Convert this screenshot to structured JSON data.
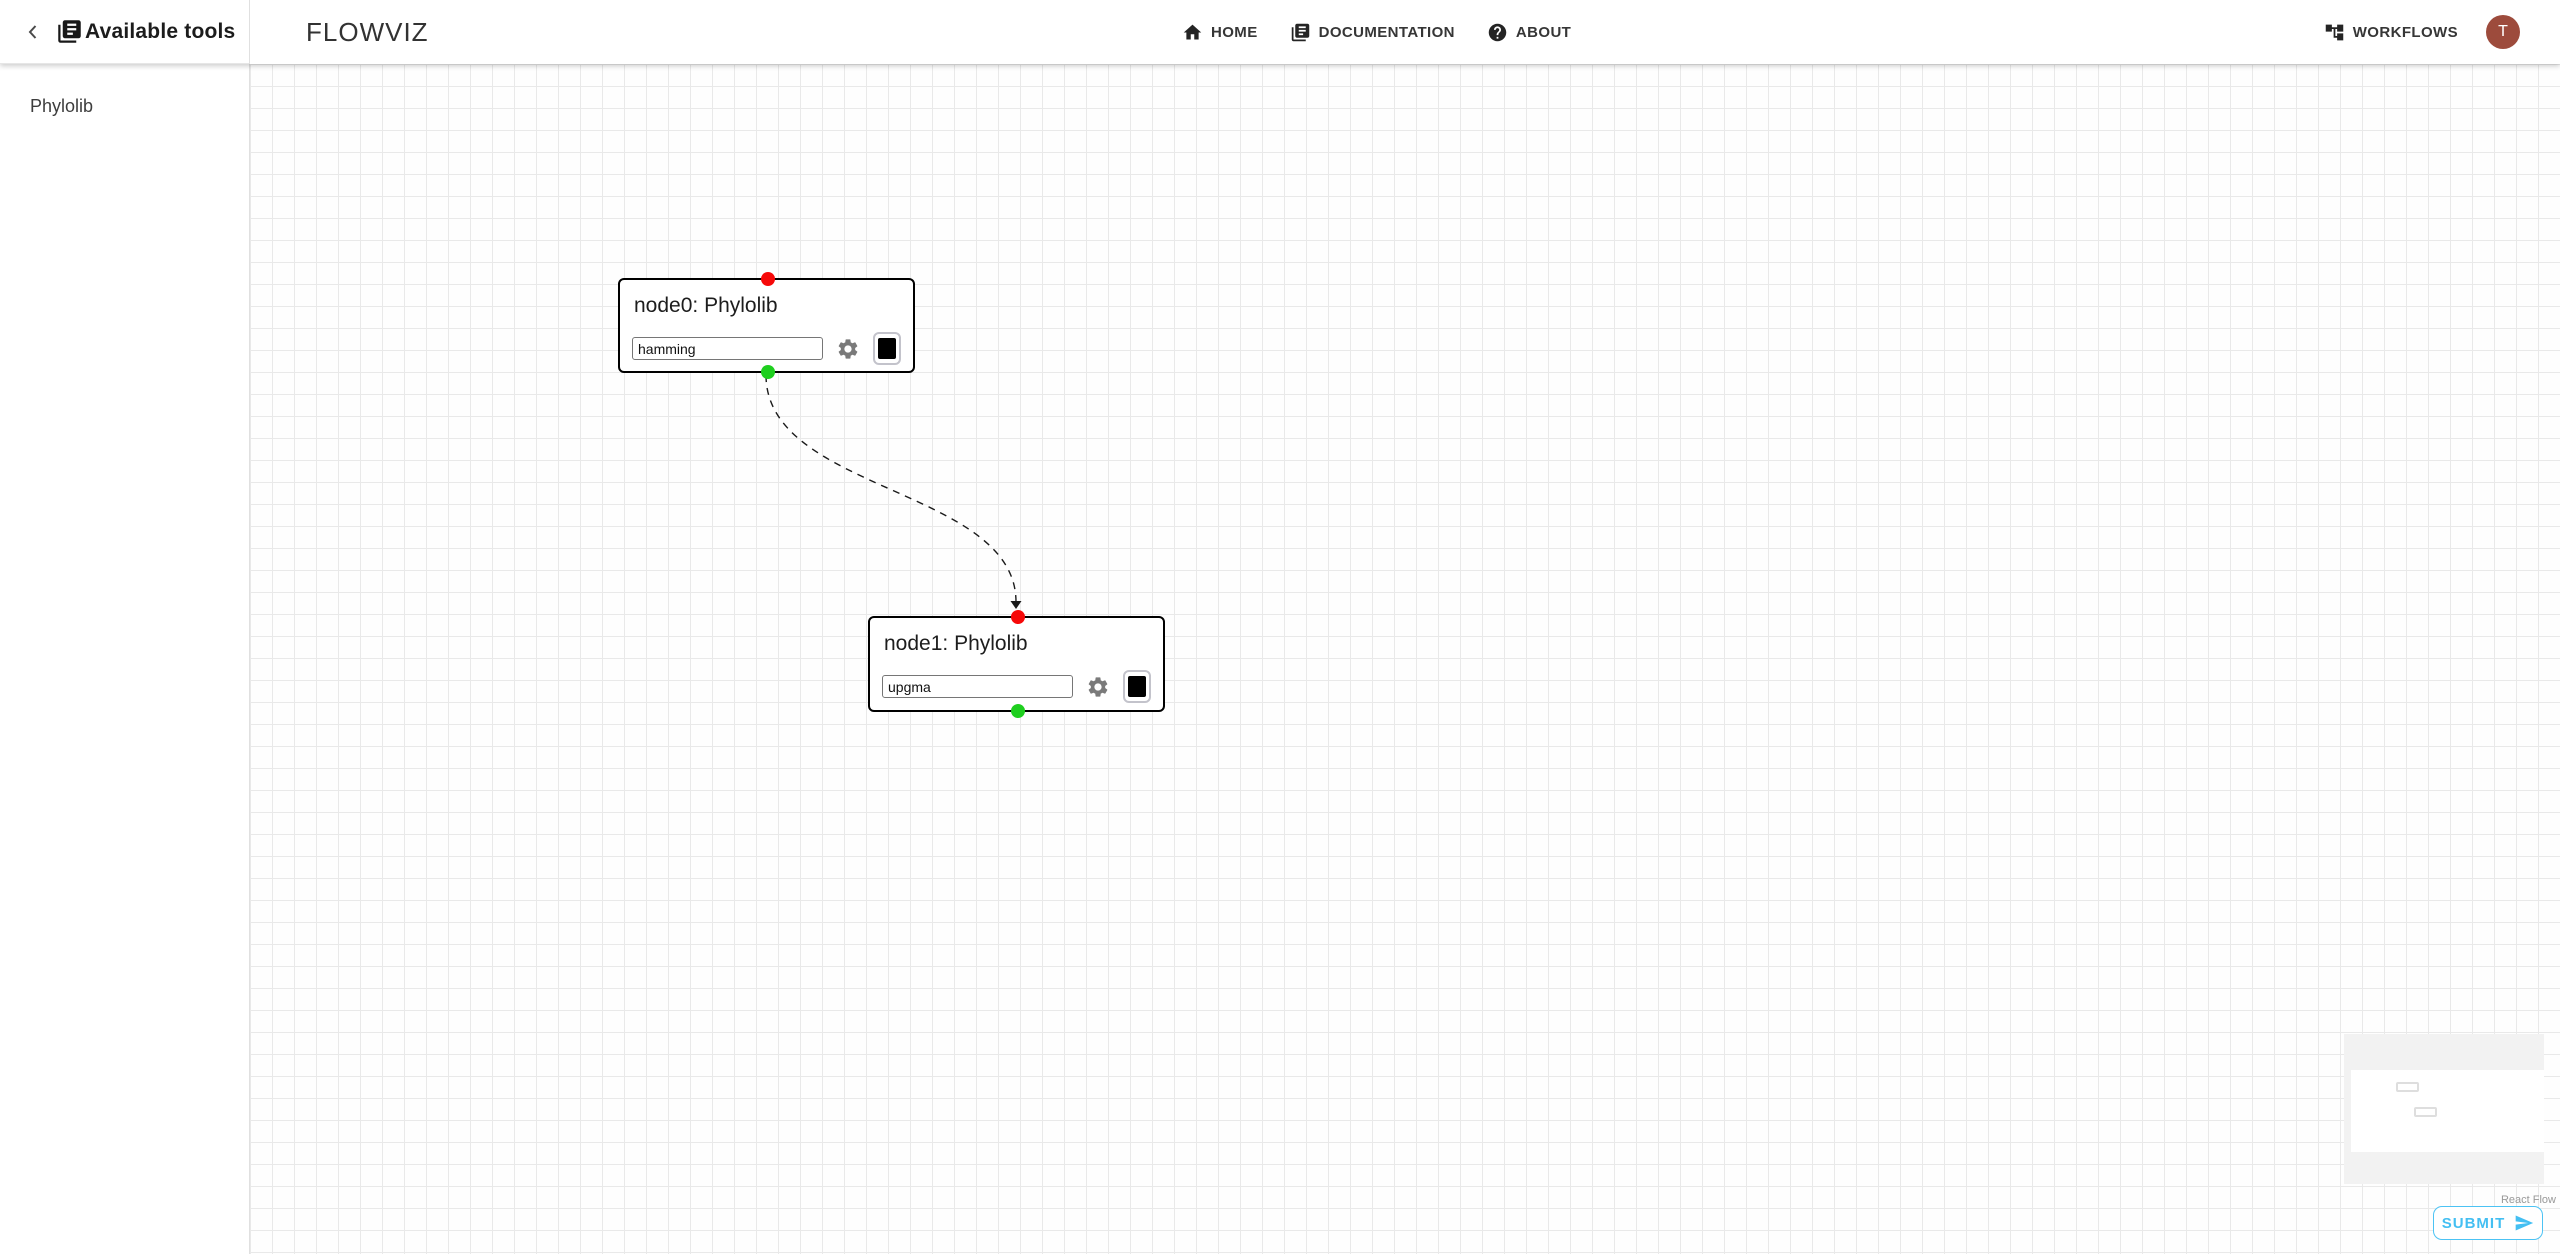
{
  "header": {
    "tools_title": "Available tools",
    "app_title": "FLOWVIZ",
    "nav": [
      {
        "label": "HOME",
        "icon": "home-icon"
      },
      {
        "label": "DOCUMENTATION",
        "icon": "library-books-icon"
      },
      {
        "label": "ABOUT",
        "icon": "help-icon"
      }
    ],
    "workflows_label": "WORKFLOWS",
    "avatar": {
      "letter": "T",
      "color": "#9d4b3c"
    }
  },
  "sidebar": {
    "items": [
      {
        "label": "Phylolib"
      }
    ]
  },
  "canvas": {
    "nodes": [
      {
        "id": "node0",
        "title": "node0: Phylolib",
        "input_value": "hamming"
      },
      {
        "id": "node1",
        "title": "node1: Phylolib",
        "input_value": "upgma"
      }
    ],
    "edge": {
      "from": "node0",
      "to": "node1",
      "style": "dashed-bezier",
      "color": "#1a1a1a"
    },
    "handle_colors": {
      "target": "#f60909",
      "source": "#1fcf1f"
    },
    "attribution": "React Flow"
  },
  "submit": {
    "label": "SUBMIT",
    "accent_color": "#4cc3f4"
  }
}
